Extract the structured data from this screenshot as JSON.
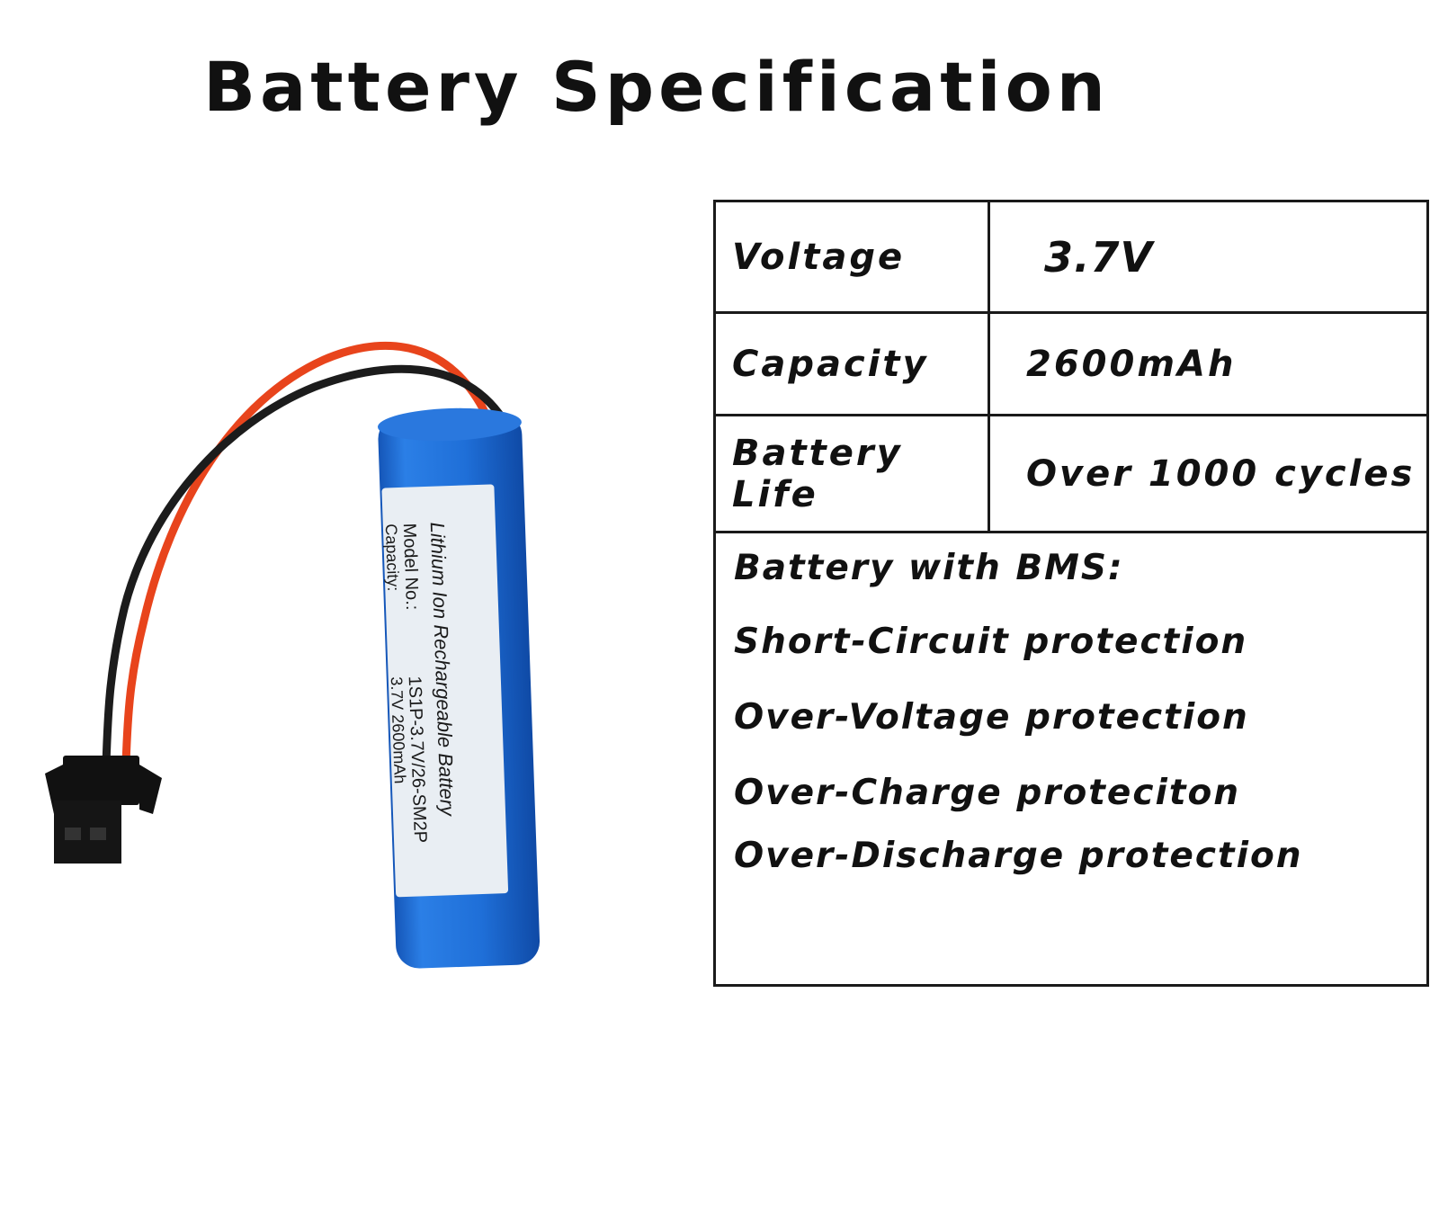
{
  "title": "Battery Specification",
  "battery_label": {
    "line1": "Lithium Ion Rechargeable Battery",
    "model_key": "Model No.:",
    "model_value": "1S1P-3.7V/26-SM2P",
    "capacity_key": "Capacity:",
    "capacity_value": "3.7V 2600mAh"
  },
  "specs": [
    {
      "key": "Voltage",
      "value": "3.7V"
    },
    {
      "key": "Capacity",
      "value": "2600mAh"
    },
    {
      "key": "Battery Life",
      "value": "Over 1000 cycles"
    }
  ],
  "bms": {
    "heading": "Battery with BMS:",
    "items": [
      "Short-Circuit protection",
      "Over-Voltage protection",
      "Over-Charge proteciton",
      "Over-Discharge protection"
    ]
  },
  "colors": {
    "battery_blue": "#1f6fd8",
    "wire_red": "#e8441c",
    "wire_black": "#1c1c1c",
    "connector": "#111111"
  }
}
